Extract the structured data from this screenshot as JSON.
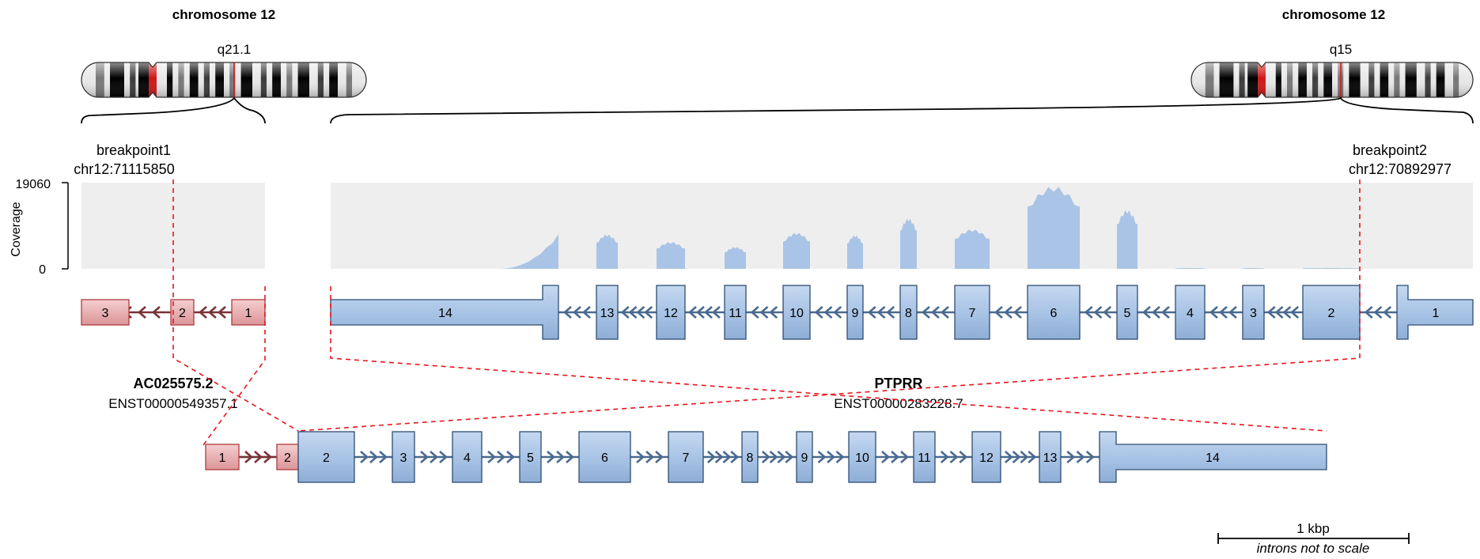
{
  "left": {
    "chromosome_title": "chromosome 12",
    "band_label": "q21.1",
    "breakpoint_label": "breakpoint1",
    "breakpoint_position": "chr12:71115850",
    "gene_name": "AC025575.2",
    "transcript_id": "ENST00000549357.1",
    "exons": [
      "3",
      "2",
      "1"
    ],
    "fused_exons": [
      "1",
      "2"
    ]
  },
  "right": {
    "chromosome_title": "chromosome 12",
    "band_label": "q15",
    "breakpoint_label": "breakpoint2",
    "breakpoint_position": "chr12:70892977",
    "gene_name": "PTPRR",
    "transcript_id": "ENST00000283228.7",
    "exons": [
      "14",
      "13",
      "12",
      "11",
      "10",
      "9",
      "8",
      "7",
      "6",
      "5",
      "4",
      "3",
      "2",
      "1"
    ],
    "fused_exons": [
      "2",
      "3",
      "4",
      "5",
      "6",
      "7",
      "8",
      "9",
      "10",
      "11",
      "12",
      "13",
      "14"
    ]
  },
  "coverage": {
    "axis_label": "Coverage",
    "max_tick": "19060",
    "min_tick": "0",
    "max_value": 19060,
    "exon_peaks": [
      {
        "exon": "13",
        "level": 0.41
      },
      {
        "exon": "12",
        "level": 0.32
      },
      {
        "exon": "11",
        "level": 0.26
      },
      {
        "exon": "10",
        "level": 0.43
      },
      {
        "exon": "9",
        "level": 0.4
      },
      {
        "exon": "8",
        "level": 0.6
      },
      {
        "exon": "7",
        "level": 0.47
      },
      {
        "exon": "6",
        "level": 0.98
      },
      {
        "exon": "5",
        "level": 0.7
      },
      {
        "exon": "4",
        "level": 0.01
      },
      {
        "exon": "3",
        "level": 0.01
      },
      {
        "exon": "2",
        "level": 0.01
      },
      {
        "exon": "14",
        "level": 0.41
      }
    ]
  },
  "scale_bar": {
    "label": "1 kbp",
    "note": "introns not to scale"
  },
  "colors": {
    "partner1_fill": "#e8b1b3",
    "partner1_stroke": "#b03a3f",
    "partner1_arrow": "#7a3338",
    "partner2_fill": "#a9c4e6",
    "partner2_stroke": "#2e4d73",
    "partner2_arrow": "#4a6a8f",
    "coverage_bg": "#eeeeee",
    "coverage_fill": "#a9c4e6",
    "breakpoint_line": "#e8141b"
  }
}
